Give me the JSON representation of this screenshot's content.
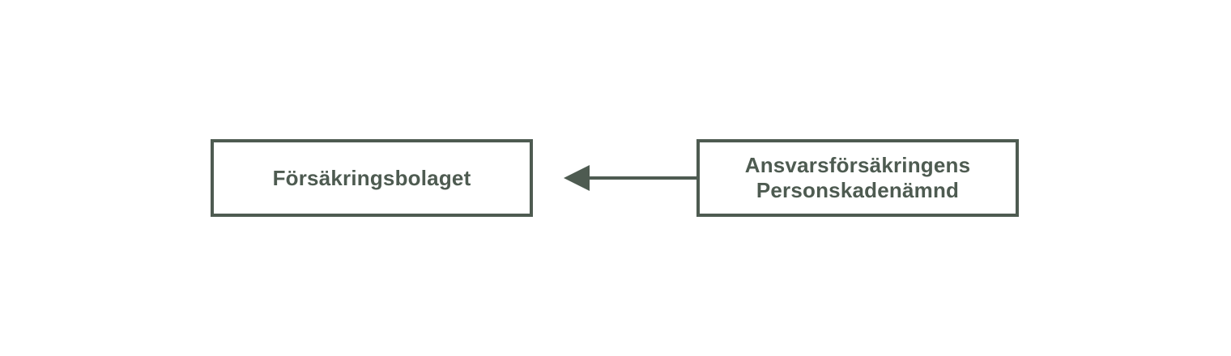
{
  "diagram": {
    "accent_color": "#4e5b51",
    "background_color": "#ffffff",
    "left_node": {
      "label": "Försäkringsbolaget"
    },
    "right_node": {
      "label_lines": [
        "Ansvarsförsäkringens",
        "Personskadenämnd"
      ]
    },
    "edge": {
      "from": "Ansvarsförsäkringens Personskadenämnd",
      "to": "Försäkringsbolaget",
      "style": "solid line with filled left-pointing arrowhead"
    }
  }
}
